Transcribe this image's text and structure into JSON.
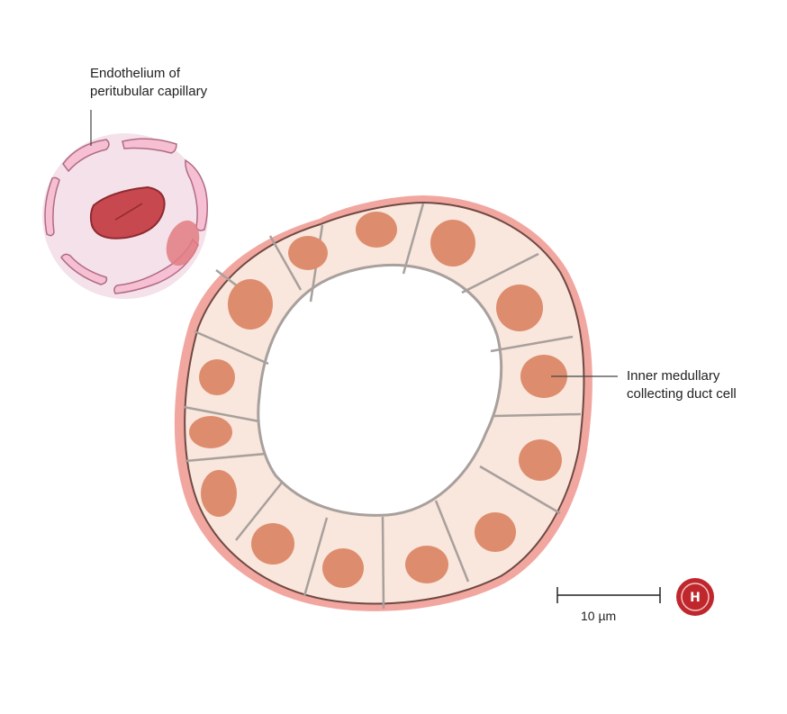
{
  "labels": {
    "endothelium_line1": "Endothelium of",
    "endothelium_line2": "peritubular capillary",
    "duct_cell_line1": "Inner medullary",
    "duct_cell_line2": "collecting duct cell"
  },
  "scale_bar": {
    "text": "10 µm"
  },
  "logo": {
    "text": "H"
  },
  "colors": {
    "basement_membrane": "#f2a6a0",
    "cell_fill": "#f9e6dd",
    "cell_border": "#a8a09c",
    "nucleus": "#dd8d6d",
    "capillary_fill": "#f4e1ea",
    "endothelium": "#f6bfd2",
    "erythrocyte": "#c8484f",
    "logo_red": "#c0272d"
  }
}
